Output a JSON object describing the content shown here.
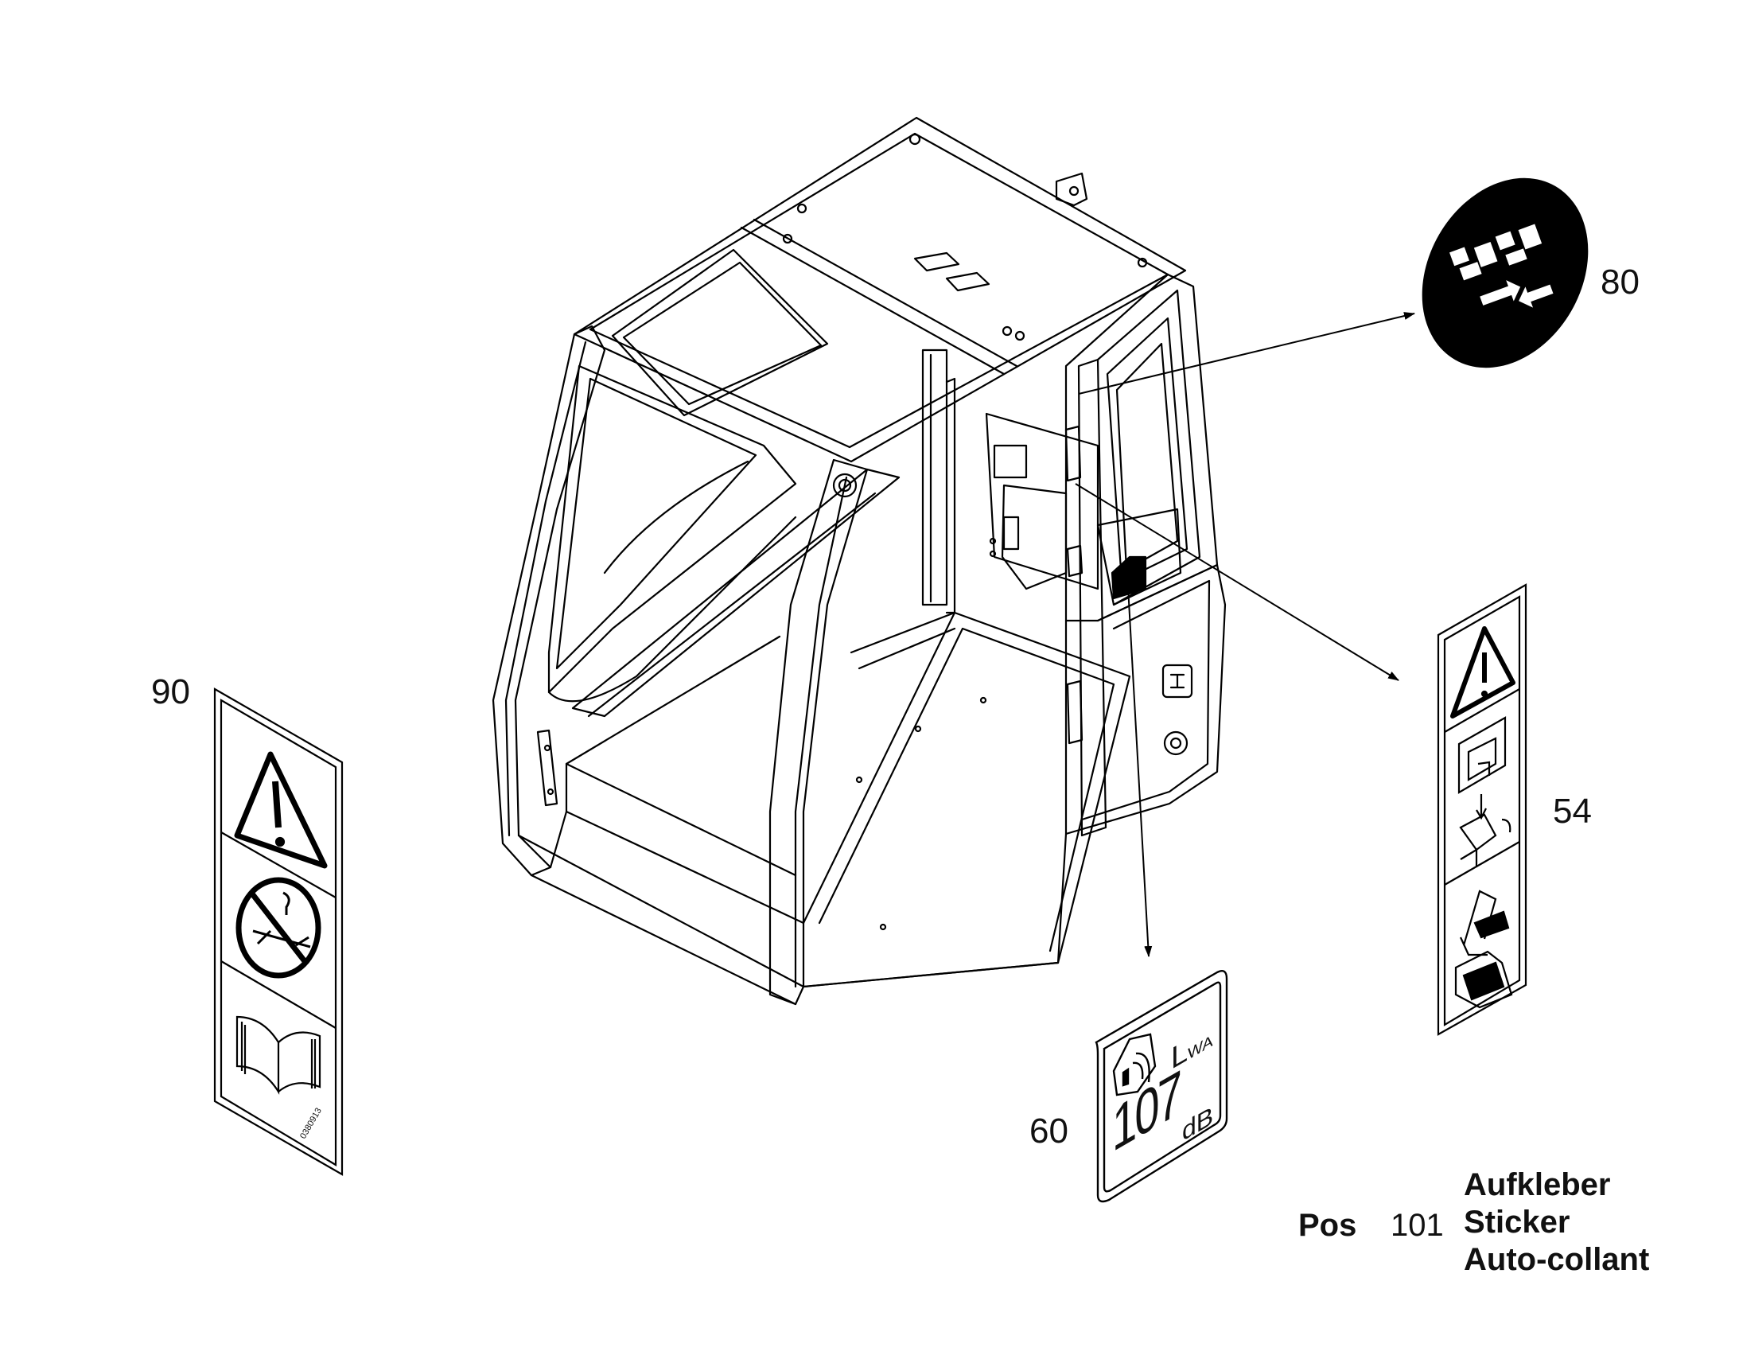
{
  "callouts": {
    "c80": "80",
    "c54": "54",
    "c90": "90",
    "c60": "60"
  },
  "sticker60": {
    "lwa_main": "L",
    "lwa_sub": "WA",
    "value": "107",
    "unit": "dB"
  },
  "sticker90": {
    "code": "0380913"
  },
  "position": {
    "label": "Pos",
    "number": "101",
    "desc_de": "Aufkleber",
    "desc_en": "Sticker",
    "desc_fr": "Auto-collant"
  },
  "icons": [
    "cab-frame",
    "rotation-symbol-icon",
    "warning-triangle-icon",
    "no-hook-icon",
    "manual-book-icon",
    "noise-level-icon",
    "operator-safety-icon"
  ]
}
